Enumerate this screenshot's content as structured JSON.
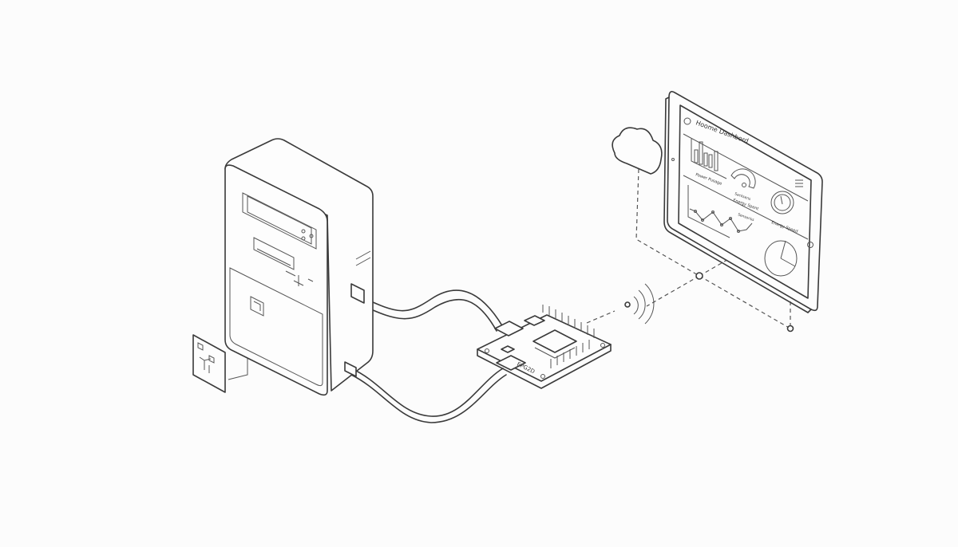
{
  "tablet": {
    "dashboard_title": "Hoome Dashbord",
    "bar_chart_label": "Power Pusage",
    "gauge_small_label": "Energy Spent",
    "gauge_small_sublabel": "Sacksens",
    "gauge_large_label": "Energy Speed",
    "line_chart_label": "Sensoriss"
  },
  "board": {
    "label": "EPG2D"
  },
  "colors": {
    "line": "#3a3a3a",
    "background": "#fcfcfc"
  },
  "icons": [
    "server-tower-icon",
    "network-icon",
    "microcontroller-board-icon",
    "cloud-icon",
    "wifi-signal-icon",
    "tablet-icon"
  ]
}
